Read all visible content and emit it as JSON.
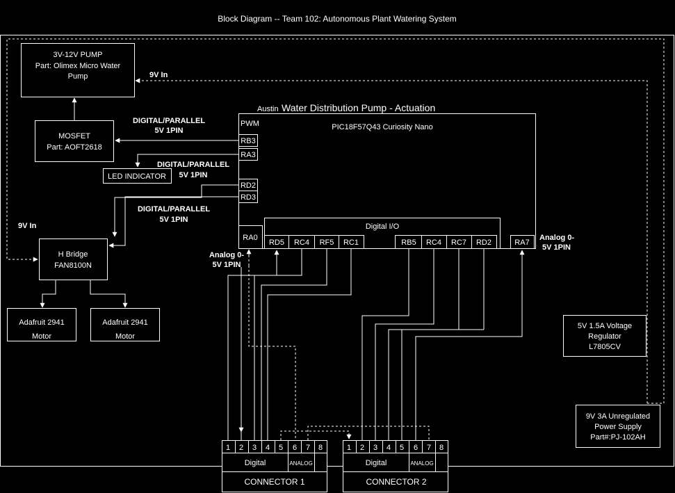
{
  "title": "Block Diagram -- Team 102: Autonomous Plant Watering System",
  "pump": {
    "line1": "3V-12V  PUMP",
    "line2": "Part: Olimex Micro Water",
    "line3": "Pump"
  },
  "mosfet": {
    "line1": "MOSFET",
    "line2": "Part: AOFT2618"
  },
  "led": "LED INDICATOR",
  "hbridge": {
    "line1": "H Bridge",
    "line2": "FAN8100N"
  },
  "motor1": {
    "line1": "Adafruit 2941",
    "line2": "Motor"
  },
  "motor2": {
    "line1": "Adafruit 2941",
    "line2": "Motor"
  },
  "mcu": {
    "heading_small": "Austin",
    "heading_large": "Water Distribution Pump - Actuation",
    "name": "PIC18F57Q43 Curiosity Nano",
    "pwm": "PWM",
    "digital_io": "Digital I/O"
  },
  "pins": {
    "rb3": "RB3",
    "ra3": "RA3",
    "rd2a": "RD2",
    "rd3": "RD3",
    "ra0": "RA0",
    "rd5": "RD5",
    "rc4a": "RC4",
    "rf5": "RF5",
    "rc1": "RC1",
    "rb5": "RB5",
    "rc4b": "RC4",
    "rc7": "RC7",
    "rd2b": "RD2",
    "ra7": "RA7"
  },
  "labels": {
    "dp1_l1": "DIGITAL/PARALLEL",
    "dp1_l2": "5V 1PIN",
    "dp2_l1": "DIGITAL/PARALLEL",
    "dp2_l2": "5V 1PIN",
    "dp3_l1": "DIGITAL/PARALLEL",
    "dp3_l2": "5V 1PIN",
    "v9_top": "9V In",
    "v9_left": "9V In",
    "an_left_l1": "Analog 0-",
    "an_left_l2": "5V 1PIN",
    "an_right_l1": "Analog 0-",
    "an_right_l2": "5V 1PIN"
  },
  "regulator": {
    "line1": "5V 1.5A Voltage",
    "line2": "Regulator",
    "line3": "L7805CV"
  },
  "supply": {
    "line1": "9V 3A Unregulated",
    "line2": "Power Supply",
    "line3": "Part#:PJ-102AH"
  },
  "connector1": {
    "pins": [
      "1",
      "2",
      "3",
      "4",
      "5",
      "6",
      "7",
      "8"
    ],
    "digital": "Digital",
    "analog": "ANALOG",
    "name": "CONNECTOR 1"
  },
  "connector2": {
    "pins": [
      "1",
      "2",
      "3",
      "4",
      "5",
      "6",
      "7",
      "8"
    ],
    "digital": "Digital",
    "analog": "ANALOG",
    "name": "CONNECTOR 2"
  }
}
